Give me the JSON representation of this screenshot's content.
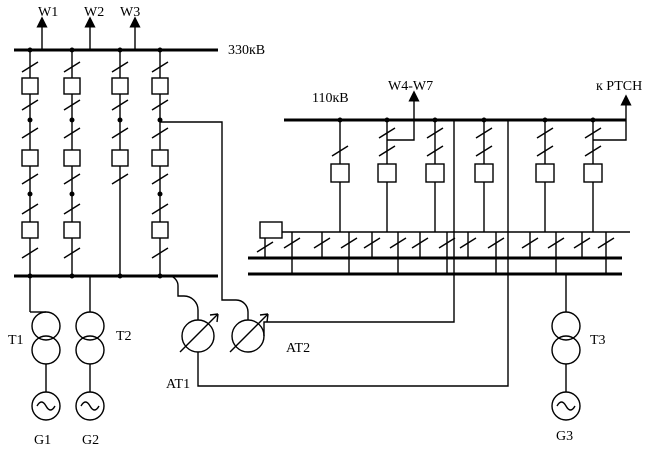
{
  "labels": {
    "bus_330": "330кВ",
    "bus_110": "110кВ",
    "w1": "W1",
    "w2": "W2",
    "w3": "W3",
    "w47": "W4-W7",
    "rtsn": "к РТСН",
    "t1": "T1",
    "t2": "T2",
    "t3": "T3",
    "at1": "AT1",
    "at2": "AT2",
    "g1": "G1",
    "g2": "G2",
    "g3": "G3"
  },
  "icons": {
    "breaker": "breaker-square-icon",
    "disconnector": "disconnector-slash-icon",
    "transformer": "two-winding-transformer-icon",
    "autotransformer": "autotransformer-icon",
    "generator": "generator-sine-icon"
  },
  "colors": {
    "line": "#000000",
    "background": "#ffffff"
  }
}
